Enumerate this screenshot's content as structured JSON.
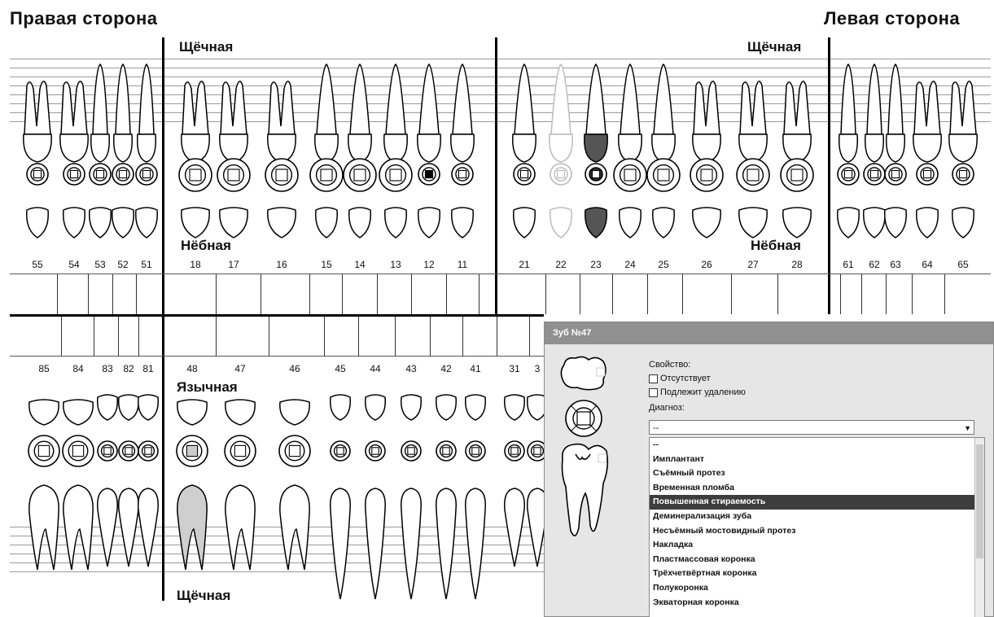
{
  "titles": {
    "right_side": "Правая сторона",
    "left_side": "Левая сторона"
  },
  "surfaces": {
    "buccal_upper_right": "Щёчная",
    "buccal_upper_left": "Щёчная",
    "palatal_right": "Нёбная",
    "palatal_left": "Нёбная",
    "lingual": "Языч­ная",
    "buccal_bottom": "Щёчная"
  },
  "upper_numbers": [
    "55",
    "54",
    "53",
    "52",
    "51",
    "18",
    "17",
    "16",
    "15",
    "14",
    "13",
    "12",
    "11",
    "21",
    "22",
    "23",
    "24",
    "25",
    "26",
    "27",
    "28",
    "61",
    "62",
    "63",
    "64",
    "65"
  ],
  "lower_numbers": [
    "85",
    "84",
    "83",
    "82",
    "81",
    "48",
    "47",
    "46",
    "45",
    "44",
    "43",
    "42",
    "41",
    "31",
    "3"
  ],
  "dialog": {
    "title": "Зуб №47",
    "property_label": "Свойство:",
    "checkbox_missing": "Отсутствует",
    "checkbox_extraction": "Подлежит удалению",
    "diagnosis_label": "Диагноз:",
    "select_value": "--",
    "options": [
      "--",
      "Имплантант",
      "Съёмный протез",
      "Временная пломба",
      "Повышенная стираемость",
      "Деминерализация зуба",
      "Несъёмный мостовидный протез",
      "Накладка",
      "Пластмассовая коронка",
      "Трёхчетвёртная коронка",
      "Полукоронка",
      "Экваторная коронка"
    ],
    "selected_index": 4
  }
}
